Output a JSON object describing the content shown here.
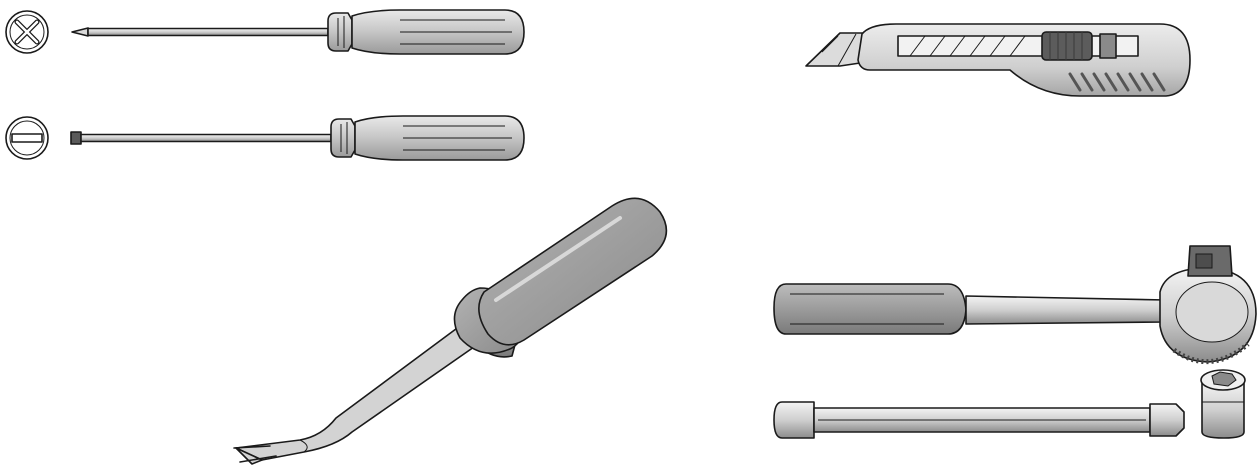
{
  "illustration": {
    "tools": [
      {
        "name": "phillips-screwdriver",
        "tip_symbol": "cross-head-icon"
      },
      {
        "name": "flathead-screwdriver",
        "tip_symbol": "slot-head-icon"
      },
      {
        "name": "utility-knife"
      },
      {
        "name": "trim-removal-tool"
      },
      {
        "name": "ratchet-wrench"
      },
      {
        "name": "socket-extension-bar"
      },
      {
        "name": "socket"
      }
    ],
    "colors": {
      "background": "#ffffff",
      "outline": "#1a1a1a",
      "light_metal": "#e6e6e6",
      "mid_gray": "#c4c4c4",
      "handle_gray": "#a9a9a9",
      "dark_gray": "#6e6e6e"
    }
  }
}
